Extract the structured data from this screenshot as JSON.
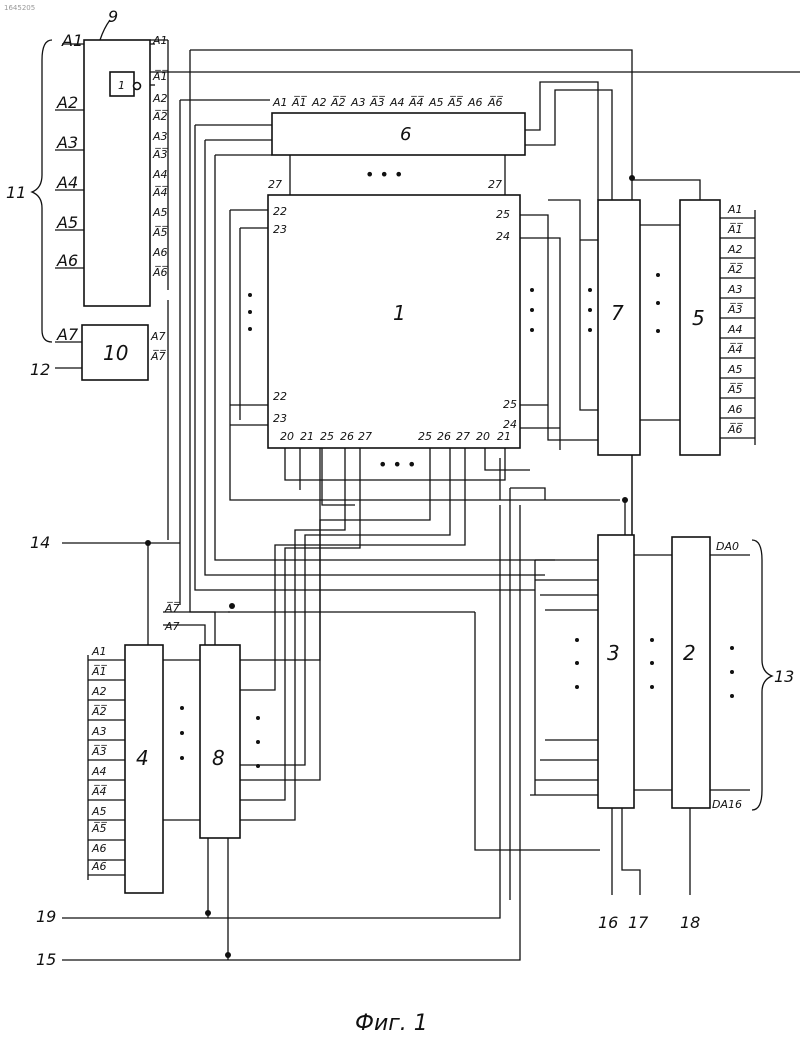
{
  "figure": {
    "caption": "Фиг. 1",
    "corner_mark": "1645205"
  },
  "blocks": {
    "b1": "1",
    "b2": "2",
    "b3": "3",
    "b4": "4",
    "b5": "5",
    "b6": "6",
    "b7": "7",
    "b8": "8",
    "b10": "10",
    "inv": "1"
  },
  "refs": {
    "r9": "9",
    "r11": "11",
    "r12": "12",
    "r13": "13",
    "r14": "14",
    "r15": "15",
    "r16": "16",
    "r17": "17",
    "r18": "18",
    "r19": "19"
  },
  "reg11": {
    "in_labels": [
      "A1",
      "A2",
      "A3",
      "A4",
      "A5",
      "A6"
    ],
    "out_labels": [
      "A1",
      "A̅1̅",
      "A2",
      "A̅2̅",
      "A3",
      "A̅3̅",
      "A4",
      "A̅4̅",
      "A5",
      "A̅5̅",
      "A6",
      "A̅6̅"
    ]
  },
  "reg10": {
    "in_label": "A7",
    "out_labels": [
      "A7",
      "A̅7̅"
    ]
  },
  "block6": {
    "in_labels": [
      "A1",
      "A̅1̅",
      "A2",
      "A̅2̅",
      "A3",
      "A̅3̅",
      "A4",
      "A̅4̅",
      "A5",
      "A̅5̅",
      "A6",
      "A̅6̅"
    ],
    "pin_left": "27",
    "pin_right": "27"
  },
  "block1": {
    "left_pins": [
      "22",
      "23",
      "22",
      "23"
    ],
    "right_pins": [
      "25",
      "24",
      "25",
      "24"
    ],
    "bottom_pins": [
      "20",
      "21",
      "25",
      "26",
      "27",
      "25",
      "26",
      "27",
      "20",
      "21"
    ]
  },
  "block5": {
    "labels": [
      "A1",
      "A̅1̅",
      "A2",
      "A̅2̅",
      "A3",
      "A̅3̅",
      "A4",
      "A̅4̅",
      "A5",
      "A̅5̅",
      "A6",
      "A̅6̅"
    ]
  },
  "block4": {
    "labels": [
      "A1",
      "A̅1̅",
      "A2",
      "A̅2̅",
      "A3",
      "A̅3̅",
      "A4",
      "A̅4̅",
      "A5",
      "A̅5̅",
      "A6",
      "A̅6̅"
    ],
    "top_labels": [
      "A̅7̅",
      "A7"
    ]
  },
  "bus13": {
    "top": "DA0",
    "bottom": "DA16"
  },
  "ellipsis": "• • •"
}
